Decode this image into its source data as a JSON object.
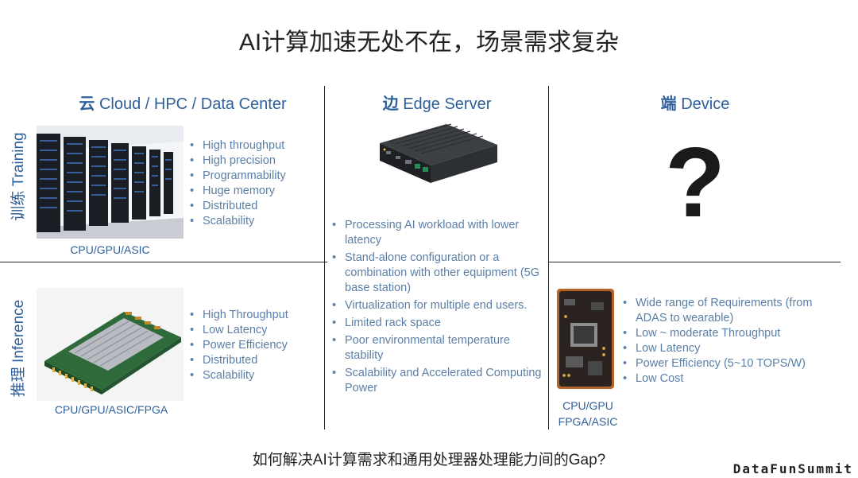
{
  "title": "AI计算加速无处不在，场景需求复杂",
  "columns": {
    "cloud": {
      "zh": "云",
      "en": "Cloud / HPC / Data Center"
    },
    "edge": {
      "zh": "边",
      "en": "Edge Server"
    },
    "device": {
      "zh": "端",
      "en": "Device"
    }
  },
  "rows": {
    "training": "训练 Training",
    "inference": "推理 Inference"
  },
  "cloud_training": {
    "bullets": [
      "High throughput",
      "High precision",
      "Programmability",
      "Huge memory",
      "Distributed",
      "Scalability"
    ],
    "caption": "CPU/GPU/ASIC"
  },
  "cloud_inference": {
    "bullets": [
      "High Throughput",
      "Low Latency",
      "Power Efficiency",
      "Distributed",
      "Scalability"
    ],
    "caption": "CPU/GPU/ASIC/FPGA"
  },
  "edge": {
    "bullets": [
      "Processing AI workload with lower latency",
      "Stand-alone configuration or  a combination with other equipment (5G base station)",
      "Virtualization for multiple end users.",
      "Limited rack space",
      "Poor environmental temperature stability",
      "Scalability and Accelerated Computing Power"
    ]
  },
  "device_training": {
    "symbol": "?"
  },
  "device_inference": {
    "bullets": [
      "Wide range of  Requirements (from ADAS to wearable)",
      "Low ~ moderate Throughput",
      "Low Latency",
      "Power Efficiency (5~10 TOPS/W)",
      "Low Cost"
    ],
    "caption_line1": "CPU/GPU",
    "caption_line2": "FPGA/ASIC"
  },
  "bottom_question": "如何解决AI计算需求和通用处理器处理能力间的Gap?",
  "brand": "DataFunSummit",
  "colors": {
    "accent": "#2e5f99",
    "bullet_text": "#5b7fa6",
    "lines": "#222222"
  }
}
